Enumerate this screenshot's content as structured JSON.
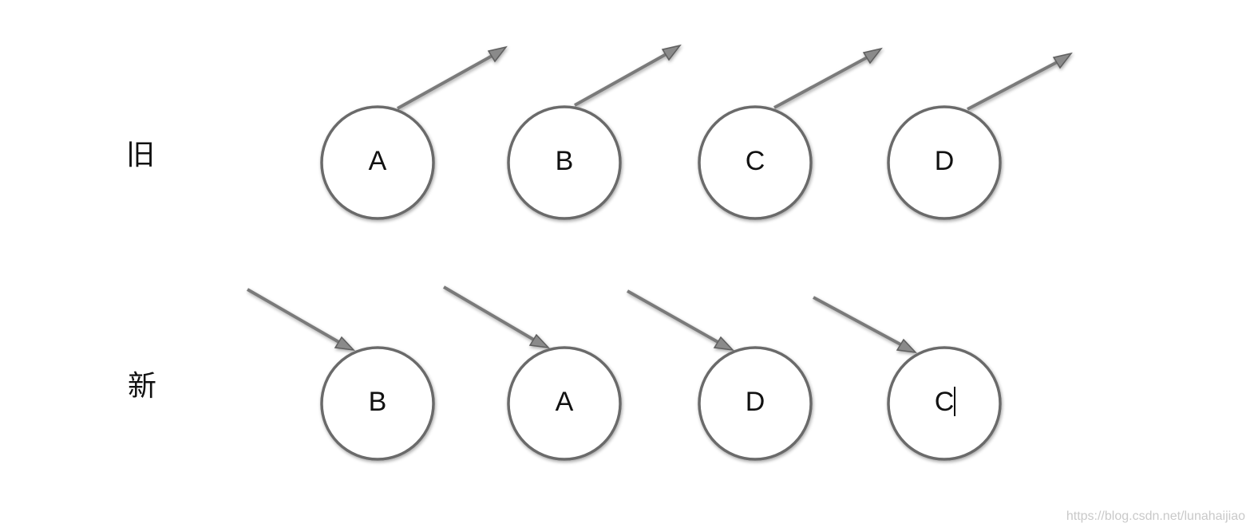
{
  "rows": {
    "old": {
      "label": "旧",
      "nodes": [
        "A",
        "B",
        "C",
        "D"
      ]
    },
    "new": {
      "label": "新",
      "nodes": [
        "B",
        "A",
        "D",
        "C"
      ]
    }
  },
  "watermark": "https://blog.csdn.net/lunahaijiao",
  "colors": {
    "circle_stroke": "#6b6b6b",
    "arrow": "#7a7a7a",
    "text": "#111111",
    "watermark": "#c9c9c9"
  }
}
